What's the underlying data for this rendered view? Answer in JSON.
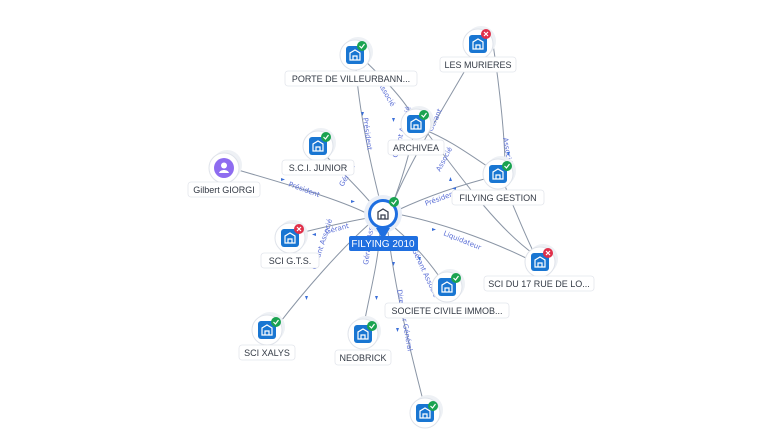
{
  "center": {
    "label": "FILYING 2010"
  },
  "nodes": [
    {
      "id": "porte",
      "label": "PORTE DE VILLEURBANN...",
      "type": "company",
      "status": "ok"
    },
    {
      "id": "murieres",
      "label": "LES MURIERES",
      "type": "company",
      "status": "closed"
    },
    {
      "id": "archivea",
      "label": "ARCHIVEA",
      "type": "company",
      "status": "ok"
    },
    {
      "id": "junior",
      "label": "S.C.I. JUNIOR",
      "type": "company",
      "status": "ok"
    },
    {
      "id": "giorgi",
      "label": "Gilbert GIORGI",
      "type": "person",
      "status": ""
    },
    {
      "id": "filying_gestion",
      "label": "FILYING GESTION",
      "type": "company",
      "status": "ok"
    },
    {
      "id": "gts",
      "label": "SCI G.T.S.",
      "type": "company",
      "status": "closed"
    },
    {
      "id": "sci17",
      "label": "SCI DU 17 RUE DE LO...",
      "type": "company",
      "status": "closed"
    },
    {
      "id": "sci_immo",
      "label": "SOCIETE CIVILE IMMOB...",
      "type": "company",
      "status": "ok"
    },
    {
      "id": "xalys",
      "label": "SCI XALYS",
      "type": "company",
      "status": "ok"
    },
    {
      "id": "neobrick",
      "label": "NEOBRICK",
      "type": "company",
      "status": "ok"
    },
    {
      "id": "bottom",
      "label": "",
      "type": "company",
      "status": "ok"
    }
  ],
  "edge_labels": {
    "porte": "Président",
    "murieres": "Gérant",
    "archivea": "Gérant Associé",
    "archivea_porte": "Associé",
    "junior": "Gérant",
    "giorgi": "Président",
    "filying_gestion": "Président",
    "fg_archivea": "Associé",
    "fg_murieres": "Associé",
    "gts": "Gérant",
    "sci17": "Liquidateur",
    "sci_immo": "Gérant Associé",
    "xalys": "Gérant Associé",
    "neobrick": "Gérant Associé",
    "bottom": "Directeur Général"
  },
  "colors": {
    "company": "#1976d2",
    "person": "#8e6cf0",
    "ok": "#1aa350",
    "closed": "#e0304a",
    "center_label": "#1f6fe0"
  },
  "icons": {
    "company": "building-icon",
    "person": "person-icon",
    "ok": "check-badge-icon",
    "closed": "close-badge-icon"
  }
}
